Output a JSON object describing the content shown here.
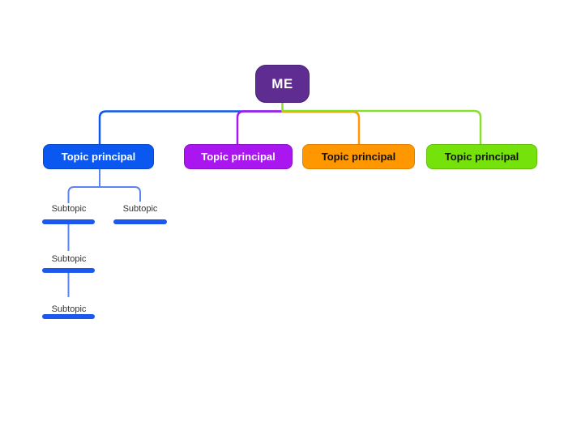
{
  "canvas": {
    "background": "#ffffff"
  },
  "root": {
    "label": "ME",
    "fill": "#5F2D92",
    "border": "#4A2175",
    "text_color": "#ffffff"
  },
  "topics": [
    {
      "label": "Topic principal",
      "fill": "#0B58F0",
      "border": "#0847C8",
      "text_color": "#ffffff",
      "connector_color": "#0B58F0"
    },
    {
      "label": "Topic principal",
      "fill": "#A916F0",
      "border": "#8B10C8",
      "text_color": "#ffffff",
      "connector_color": "#A916F0"
    },
    {
      "label": "Topic principal",
      "fill": "#FF9800",
      "border": "#E07F00",
      "text_color": "#111111",
      "connector_color": "#FF9800"
    },
    {
      "label": "Topic principal",
      "fill": "#76E20B",
      "border": "#62BE06",
      "text_color": "#111111",
      "connector_color": "#89DF2E"
    }
  ],
  "subtopics": {
    "items": [
      {
        "label": "Subtopic"
      },
      {
        "label": "Subtopic"
      },
      {
        "label": "Subtopic"
      },
      {
        "label": "Subtopic"
      }
    ],
    "underline_color": "#1C58EE",
    "link_color": "#5B84F0",
    "text_color": "#333333"
  }
}
